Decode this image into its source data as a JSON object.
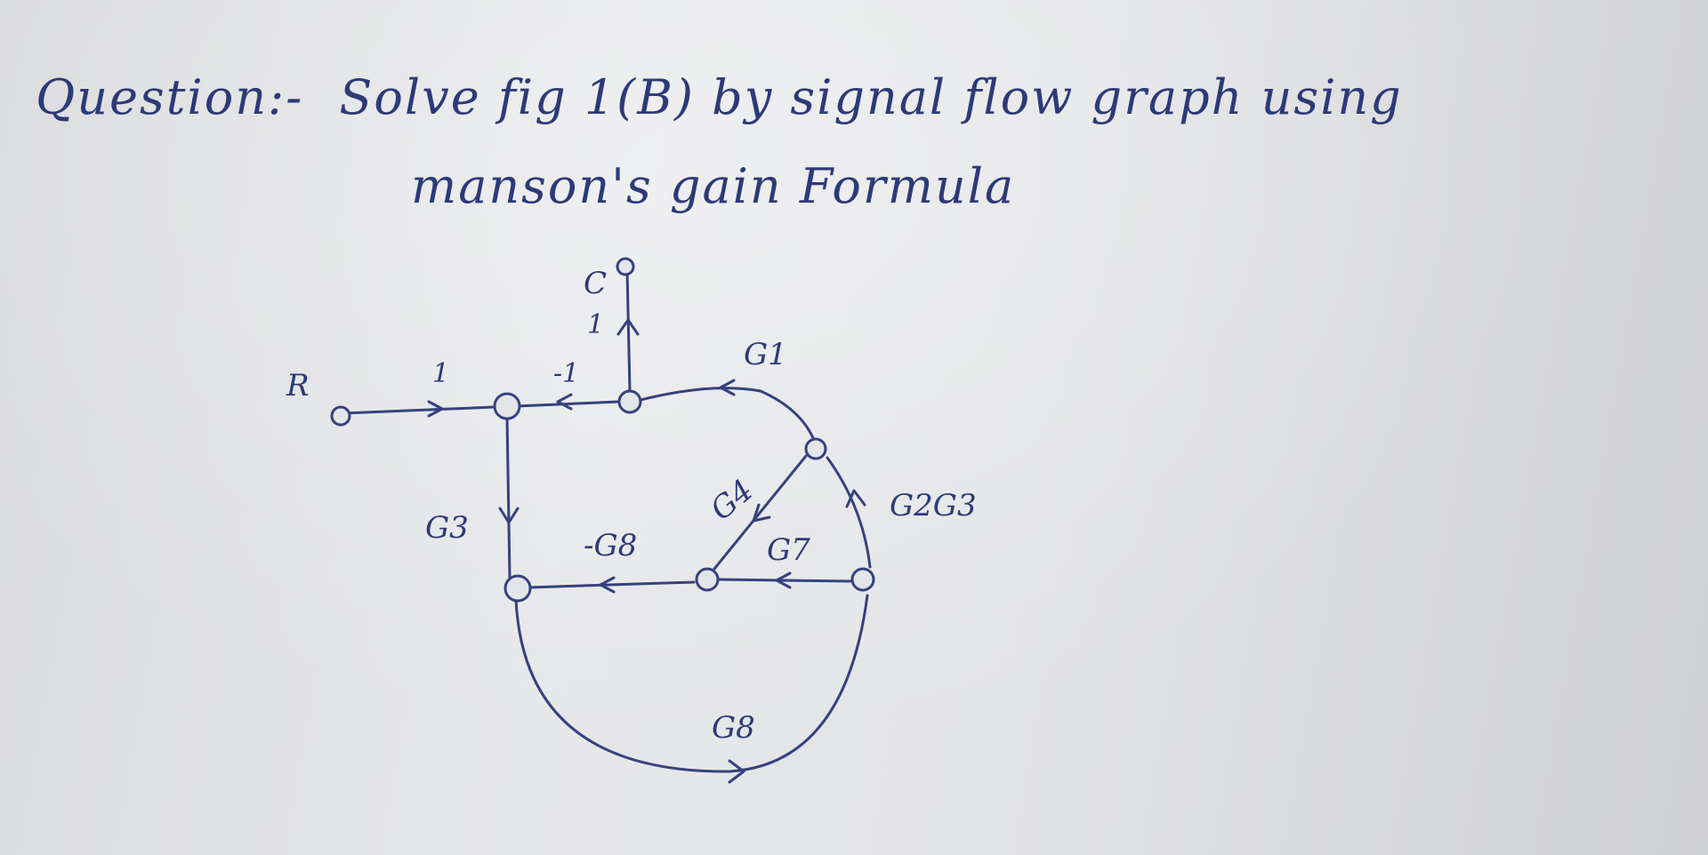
{
  "question": {
    "label": "Question:-",
    "line1": "Solve fig 1(B) by signal flow graph using",
    "line2": "manson's gain Formula"
  },
  "diagram": {
    "nodes": {
      "input": "R",
      "output": "C"
    },
    "gains": {
      "r_to_n1": "1",
      "n2_to_n1": "-1",
      "n2_to_c": "1",
      "g1": "G1",
      "g4": "G4",
      "g2g3": "G2G3",
      "g3": "G3",
      "g7": "G7",
      "minus_g8": "-G8",
      "g8": "G8"
    }
  }
}
